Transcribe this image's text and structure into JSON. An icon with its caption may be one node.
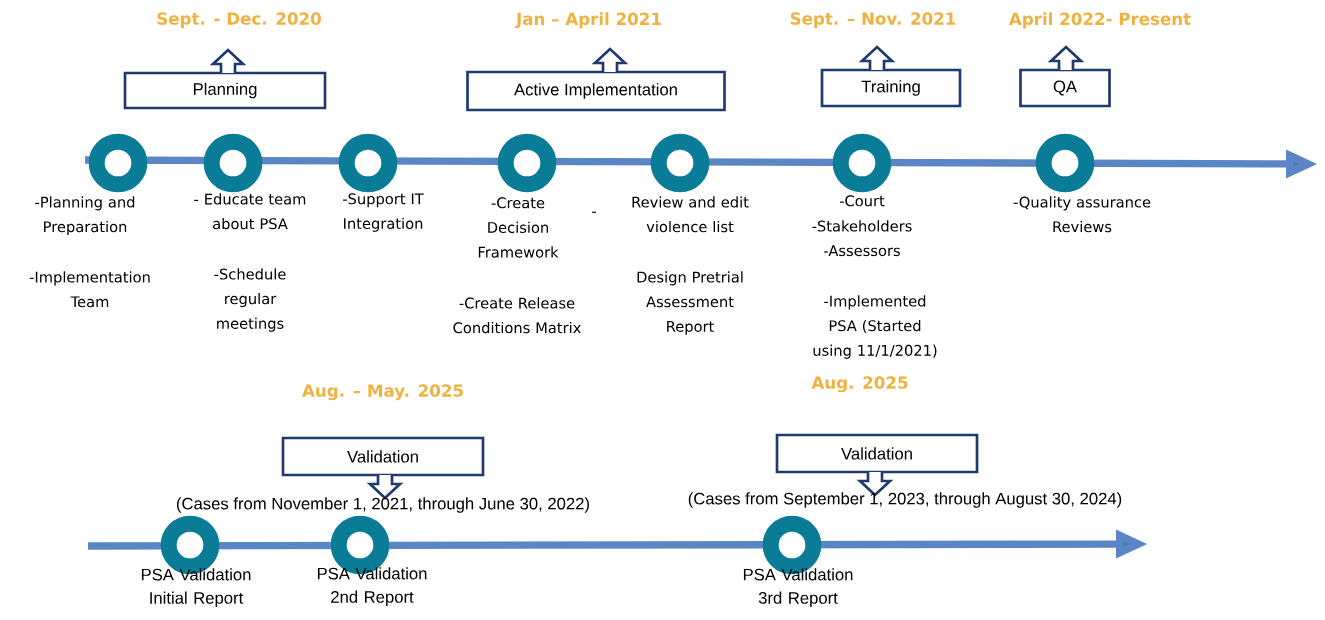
{
  "diagram": {
    "nodes": [
      {
        "text": [
          "Planning"
        ],
        "beside": [
          "Sept. - Dec. 2020"
        ]
      },
      {
        "text": [
          "Active Implementation"
        ],
        "beside": [
          "Jan – April 2021"
        ]
      },
      {
        "text": [
          "Training"
        ],
        "beside": [
          "Sept. – Nov. 2021"
        ]
      },
      {
        "text": [
          "QA"
        ],
        "beside": [
          "April 2022- Present"
        ]
      },
      {
        "text": [],
        "shape": "circle",
        "beside": [
          "-Planning and Preparation",
          "-Implementation Team"
        ]
      },
      {
        "text": [],
        "shape": "circle",
        "beside": [
          "- Educate team about PSA",
          "-Schedule regular meetings"
        ]
      },
      {
        "text": [],
        "shape": "circle",
        "beside": [
          "-Support IT Integration"
        ]
      },
      {
        "text": [],
        "shape": "circle",
        "beside": [
          "-Create Decision Framework",
          "-Create Release Conditions Matrix"
        ]
      },
      {
        "text": [],
        "shape": "circle",
        "beside": [
          "Review and edit violence list",
          "Design Pretrial Assessment Report"
        ]
      },
      {
        "text": [],
        "shape": "circle",
        "beside": [
          "-Court",
          "-Stakeholders",
          "-Assessors",
          "-Implemented PSA (Started using 11/1/2021)"
        ]
      },
      {
        "text": [],
        "shape": "circle",
        "beside": [
          "-Quality assurance Reviews"
        ]
      },
      {
        "text": [
          "Validation"
        ],
        "beside": [
          "Aug. – May. 2025",
          "(Cases from November 1, 2021, through June 30, 2022)"
        ]
      },
      {
        "text": [
          "Validation"
        ],
        "beside": [
          "Aug. 2025",
          "(Cases from September 1, 2023, through August 30, 2024)"
        ]
      },
      {
        "text": [],
        "shape": "circle",
        "beside": [
          "PSA Validation Initial Report"
        ]
      },
      {
        "text": [],
        "shape": "circle",
        "beside": [
          "PSA Validation 2nd Report"
        ]
      },
      {
        "text": [],
        "shape": "circle",
        "beside": [
          "PSA Validation 3rd Report"
        ]
      }
    ],
    "labels": [
      "-"
    ]
  }
}
